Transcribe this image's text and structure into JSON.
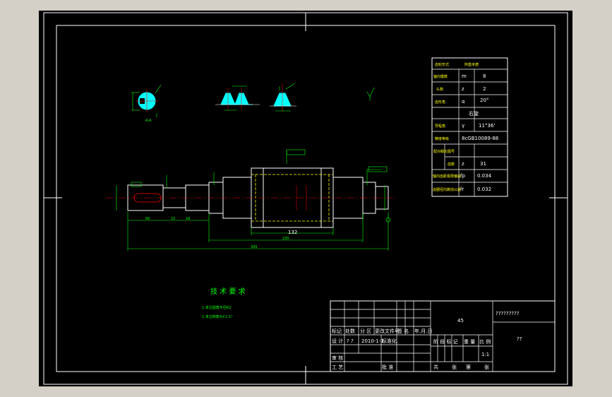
{
  "drawing": {
    "tech_title": "技 术 要 求",
    "tech_items": [
      "1.未注圆角半径R2",
      "2.未注倒角为C1.5°"
    ],
    "section_label": "A-A"
  },
  "gear_table": {
    "rows": [
      {
        "label": "齿轮形式",
        "sym": "",
        "value": "阿基米德"
      },
      {
        "label": "轴向模数",
        "sym": "m",
        "value": "8"
      },
      {
        "label": "头数",
        "sym": "z",
        "value": "2"
      },
      {
        "label": "齿形角",
        "sym": "α",
        "value": "20°"
      },
      {
        "label": "",
        "sym": "",
        "value": "右旋"
      },
      {
        "label": "导程角",
        "sym": "γ",
        "value": "11°36'"
      },
      {
        "label": "精度等级",
        "sym": "",
        "value": "8cGB10089-88"
      },
      {
        "label": "配对蜗轮",
        "sym": "图号",
        "value": ""
      },
      {
        "label": "",
        "sym": "齿数",
        "value": ""
      },
      {
        "label": "",
        "sym": "z",
        "value": "31"
      },
      {
        "label": "轴向齿距极限偏差",
        "sym": "fp",
        "value": "0.034"
      },
      {
        "label": "齿圈径向跳动公差",
        "sym": "fr",
        "value": "0.032"
      }
    ]
  },
  "dims": {
    "d132": "132",
    "d230": "230",
    "d395": "395",
    "d60": "60",
    "d15": "15",
    "d18": "18"
  },
  "title_block": {
    "material": "45",
    "drawing_name": "?????????",
    "company": "??",
    "scale": "1:1",
    "h_mark": "标记",
    "h_count": "处数",
    "h_zone": "分 区",
    "h_doc": "更改文件号",
    "h_sign": "签 名",
    "h_date": "年.月.日",
    "designer_label": "设 计",
    "designer": "? ?",
    "design_date": "2010-1-1",
    "std_label": "标准化",
    "review_label": "审 核",
    "process_label": "工 艺",
    "approve_label": "批 准",
    "stage_label": "阶 段 标 记",
    "weight_label": "重 量",
    "scale_label": "比 例",
    "total_label": "共",
    "sheets_label": "张",
    "page_label": "第",
    "page_suffix": "张"
  }
}
